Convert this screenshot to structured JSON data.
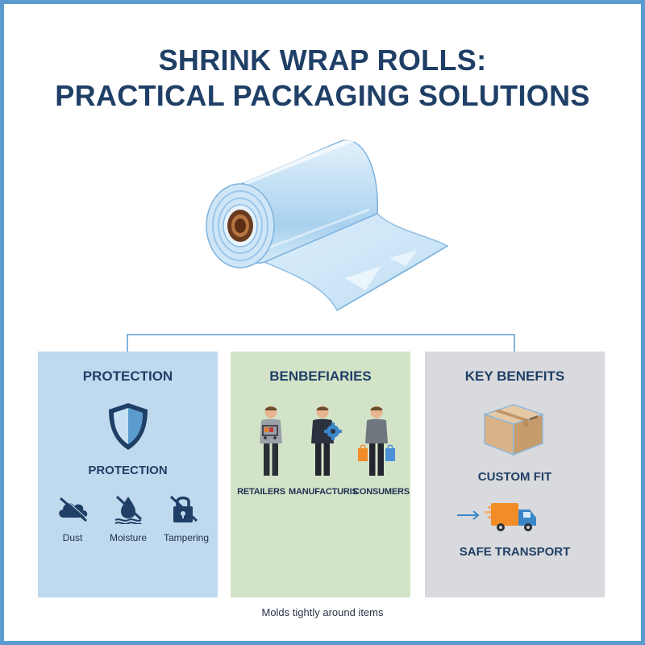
{
  "title": {
    "line1": "SHRINK WRAP ROLLS:",
    "line2": "PRACTICAL PACKAGING SOLUTIONS"
  },
  "panels": {
    "protection": {
      "heading": "PROTECTION",
      "subheading": "PROTECTION",
      "items": [
        "Dust",
        "Moisture",
        "Tampering"
      ]
    },
    "beneficiaries": {
      "heading": "BENBEFIARIES",
      "items": [
        "RETAILERS",
        "MANUFACTURIS",
        "CONSUMERS"
      ]
    },
    "benefits": {
      "heading": "KEY BENEFITS",
      "items": [
        "CUSTOM FIT",
        "SAFE TRANSPORT"
      ]
    }
  },
  "footer": "Molds tightly around items",
  "colors": {
    "border": "#5b9bd0",
    "title": "#1f3f66",
    "protection_panel": "#bfd9ee",
    "beneficiaries_panel": "#d3e3c8",
    "benefits_panel": "#d9dadd",
    "truck_orange": "#f28c28"
  },
  "icons": [
    "shrink-wrap-roll-icon",
    "shield-icon",
    "no-dust-icon",
    "no-moisture-icon",
    "no-tampering-icon",
    "retailer-person-icon",
    "manufacturer-person-icon",
    "consumer-person-icon",
    "cardboard-box-icon",
    "delivery-truck-icon"
  ]
}
